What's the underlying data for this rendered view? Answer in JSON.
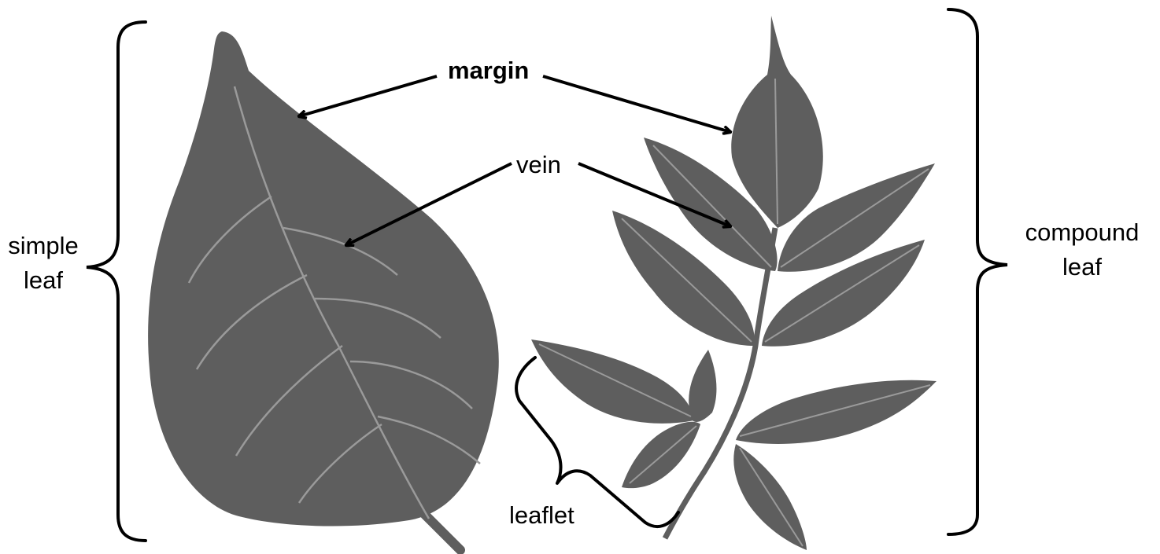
{
  "labels": {
    "margin": "margin",
    "vein": "vein",
    "simple_leaf": [
      "simple",
      "leaf"
    ],
    "compound_leaf": [
      "compound",
      "leaf"
    ],
    "leaflet": "leaflet"
  },
  "colors": {
    "background": "#ffffff",
    "leaf_fill": "#5e5e5e",
    "leaf_vein": "#9a9a9a",
    "annotation": "#000000"
  }
}
